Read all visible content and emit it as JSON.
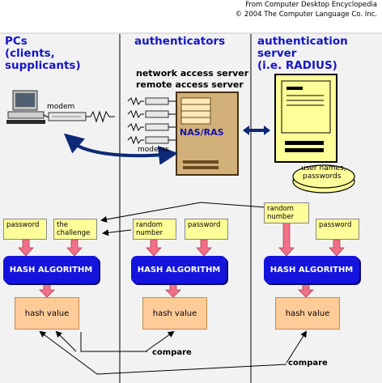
{
  "credit": {
    "line1": "From Computer Desktop Encyclopedia",
    "line2": "© 2004 The Computer Language Co. Inc."
  },
  "columns": {
    "pcs": {
      "line1": "PCs",
      "line2": "(clients,",
      "line3": "supplicants)"
    },
    "authenticators": {
      "line1": "authenticators"
    },
    "server": {
      "line1": "authentication server",
      "line2": "(i.e. RADIUS)"
    }
  },
  "top": {
    "nas_title1": "network access server",
    "nas_title2": "remote access server",
    "modem_label": "modem",
    "modems_label": "modems",
    "nas_label": "NAS/RAS",
    "user_names": "user names,",
    "passwords": "passwords"
  },
  "inputs": {
    "client_password": "password",
    "client_challenge_1": "the",
    "client_challenge_2": "challenge",
    "auth_random_1": "random",
    "auth_random_2": "number",
    "auth_password": "password",
    "server_random_1": "random",
    "server_random_2": "number",
    "server_password": "password"
  },
  "hash": {
    "label": "HASH ALGORITHM",
    "value_label": "hash value"
  },
  "compare": {
    "label": "compare"
  },
  "colors": {
    "header_blue": "#1515c8",
    "hash_blue": "#1414dc",
    "input_yellow": "#ffff99",
    "hash_value_orange": "#ffcc99",
    "arrow_pink": "#f07088",
    "nas_tan": "#d2b07a"
  }
}
